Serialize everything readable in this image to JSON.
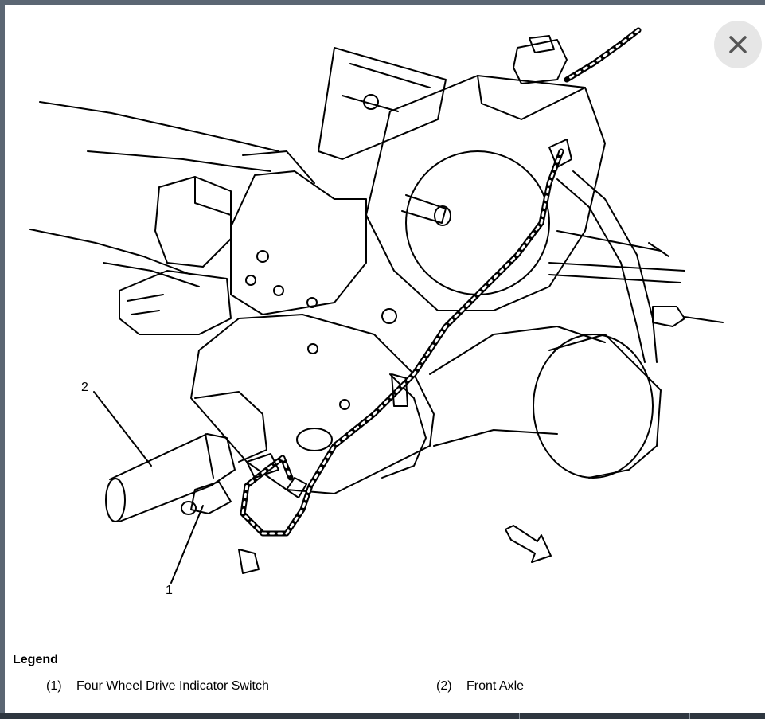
{
  "close_icon": "close-icon",
  "callouts": {
    "one": "1",
    "two": "2"
  },
  "legend": {
    "title": "Legend",
    "items": [
      {
        "number": "(1)",
        "label": "Four Wheel Drive Indicator Switch"
      },
      {
        "number": "(2)",
        "label": "Front Axle"
      }
    ]
  },
  "colors": {
    "frame": "#5b6673",
    "close_bg": "#e6e6e6",
    "line": "#000000"
  }
}
